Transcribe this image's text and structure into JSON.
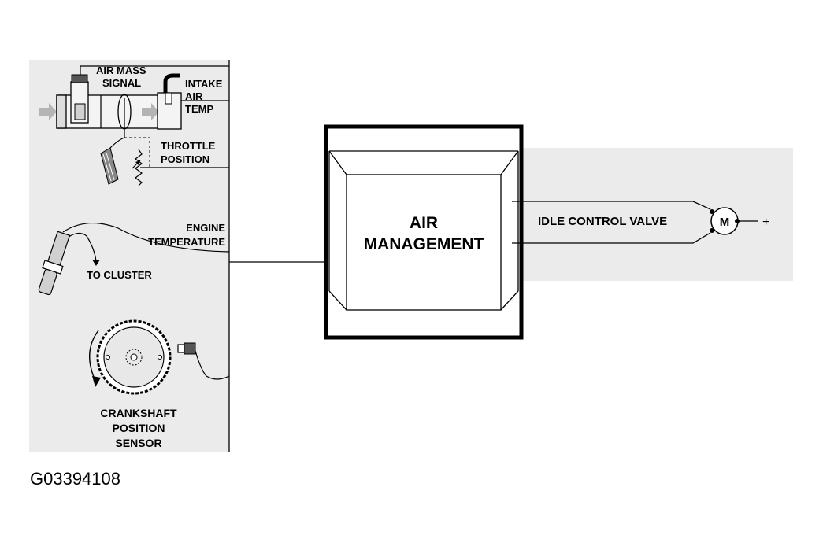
{
  "sensors": {
    "air_mass_line1": "AIR MASS",
    "air_mass_line2": "SIGNAL",
    "intake_line1": "INTAKE",
    "intake_line2": "AIR",
    "intake_line3": "TEMP",
    "throttle_line1": "THROTTLE",
    "throttle_line2": "POSITION",
    "engine_line1": "ENGINE",
    "engine_line2": "TEMPERATURE",
    "cluster": "TO CLUSTER",
    "crank_line1": "CRANKSHAFT",
    "crank_line2": "POSITION",
    "crank_line3": "SENSOR"
  },
  "module": {
    "line1": "AIR",
    "line2": "MANAGEMENT"
  },
  "actuator": {
    "label": "IDLE CONTROL VALVE",
    "motor_symbol": "M",
    "supply_symbol": "+"
  },
  "figure_code": "G03394108",
  "colors": {
    "panel": "#ebebeb",
    "line": "#000000",
    "arrow": "#b4b4b4"
  }
}
